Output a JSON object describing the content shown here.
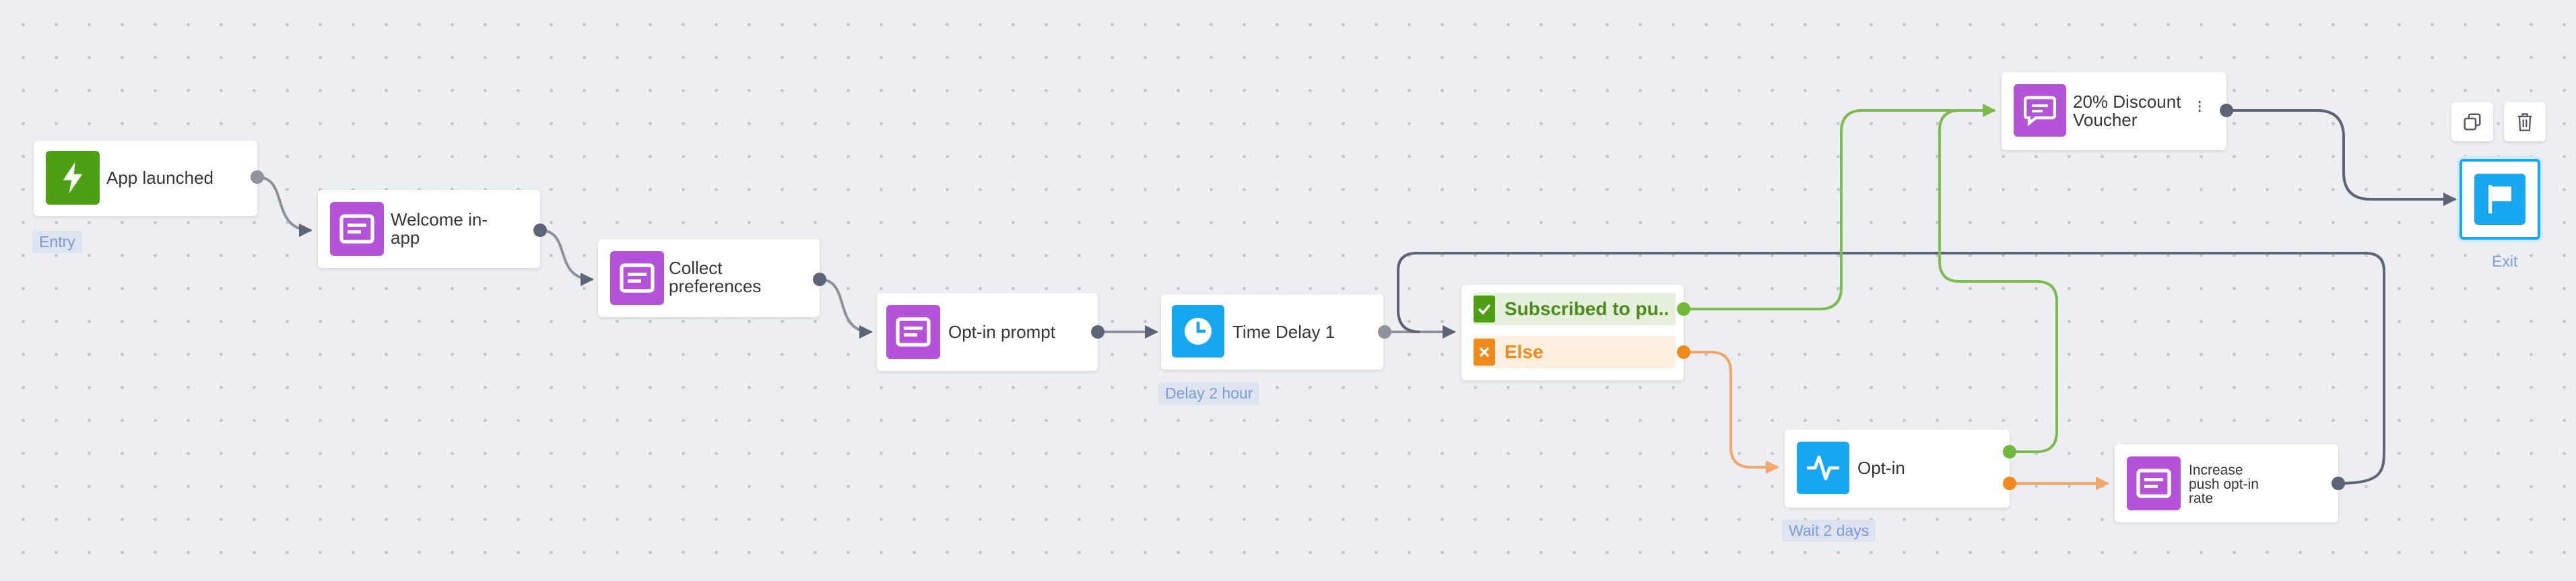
{
  "nodes": {
    "app_launched": {
      "label": "App launched",
      "sublabel": "Entry"
    },
    "welcome": {
      "label": "Welcome in-app"
    },
    "collect": {
      "label": "Collect preferences"
    },
    "optin_prompt": {
      "label": "Opt-in prompt"
    },
    "time_delay": {
      "label": "Time Delay 1",
      "sublabel": "Delay 2 hour"
    },
    "condition": {
      "yes_label": "Subscribed to pu...",
      "else_label": "Else"
    },
    "discount": {
      "label": "20% Discount Voucher"
    },
    "optin_wait": {
      "label": "Opt-in",
      "sublabel": "Wait 2 days"
    },
    "increase": {
      "label": "Increase push opt-in rate"
    },
    "exit": {
      "sublabel": "Exit"
    }
  },
  "colors": {
    "canvas": "#eceef1",
    "purple": "#b553d8",
    "green": "#4f9f15",
    "blue": "#17a6f0",
    "orange": "#f08a1c",
    "wire": "#5c6476",
    "wire_green": "#7dbb4f",
    "wire_orange": "#f2a76a"
  },
  "icons": {
    "trigger": "lightning-icon",
    "message": "message-card-icon",
    "delay": "clock-icon",
    "wait": "pulse-icon",
    "chat": "chat-bubble-icon",
    "exit": "flag-icon",
    "duplicate": "copy-icon",
    "delete": "trash-icon"
  }
}
